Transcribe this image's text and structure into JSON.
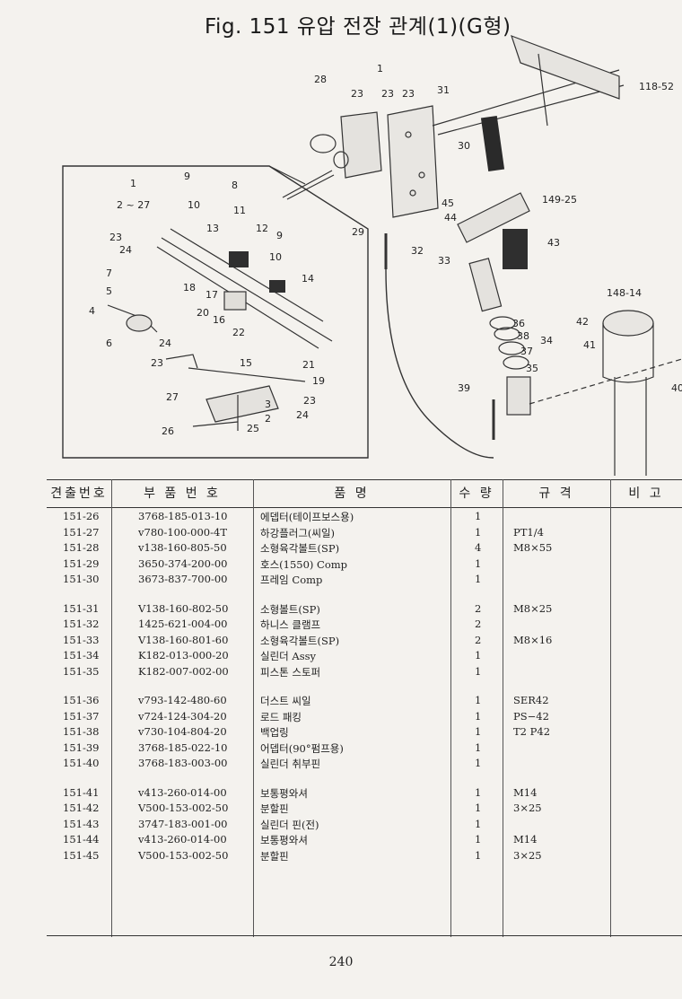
{
  "title": "Fig. 151  유압 전장 관계(1)(G형)",
  "headers": {
    "no": "견출번호",
    "part": "부 품 번 호",
    "name": "품            명",
    "qty": "수 량",
    "spec": "규  격",
    "note": "비 고"
  },
  "groups": [
    [
      {
        "no": "151-26",
        "part": "3768-185-013-10",
        "name": "에뎁터(테이프보스용)",
        "qty": "1",
        "spec": ""
      },
      {
        "no": "151-27",
        "part": "v780-100-000-4T",
        "name": "하강플러그(씨일)",
        "qty": "1",
        "spec": "PT1/4"
      },
      {
        "no": "151-28",
        "part": "v138-160-805-50",
        "name": "소형육각볼트(SP)",
        "qty": "4",
        "spec": "M8×55"
      },
      {
        "no": "151-29",
        "part": "3650-374-200-00",
        "name": "호스(1550) Comp",
        "qty": "1",
        "spec": ""
      },
      {
        "no": "151-30",
        "part": "3673-837-700-00",
        "name": "프레임 Comp",
        "qty": "1",
        "spec": ""
      }
    ],
    [
      {
        "no": "151-31",
        "part": "V138-160-802-50",
        "name": "소형볼트(SP)",
        "qty": "2",
        "spec": "M8×25"
      },
      {
        "no": "151-32",
        "part": "1425-621-004-00",
        "name": "하니스 클램프",
        "qty": "2",
        "spec": ""
      },
      {
        "no": "151-33",
        "part": "V138-160-801-60",
        "name": "소형육각볼트(SP)",
        "qty": "2",
        "spec": "M8×16"
      },
      {
        "no": "151-34",
        "part": "K182-013-000-20",
        "name": "실린더 Assy",
        "qty": "1",
        "spec": ""
      },
      {
        "no": "151-35",
        "part": "K182-007-002-00",
        "name": "피스톤 스토퍼",
        "qty": "1",
        "spec": ""
      }
    ],
    [
      {
        "no": "151-36",
        "part": "v793-142-480-60",
        "name": "더스트 씨일",
        "qty": "1",
        "spec": "SER42"
      },
      {
        "no": "151-37",
        "part": "v724-124-304-20",
        "name": "로드 패킹",
        "qty": "1",
        "spec": "PS−42"
      },
      {
        "no": "151-38",
        "part": "v730-104-804-20",
        "name": "백업링",
        "qty": "1",
        "spec": "T2 P42"
      },
      {
        "no": "151-39",
        "part": "3768-185-022-10",
        "name": "어뎁터(90°펌프용)",
        "qty": "1",
        "spec": ""
      },
      {
        "no": "151-40",
        "part": "3768-183-003-00",
        "name": "실린더 취부핀",
        "qty": "1",
        "spec": ""
      }
    ],
    [
      {
        "no": "151-41",
        "part": "v413-260-014-00",
        "name": "보통평와셔",
        "qty": "1",
        "spec": "M14"
      },
      {
        "no": "151-42",
        "part": "V500-153-002-50",
        "name": "분할핀",
        "qty": "1",
        "spec": "3×25"
      },
      {
        "no": "151-43",
        "part": "3747-183-001-00",
        "name": "실린더 핀(전)",
        "qty": "1",
        "spec": ""
      },
      {
        "no": "151-44",
        "part": "v413-260-014-00",
        "name": "보통평와셔",
        "qty": "1",
        "spec": "M14"
      },
      {
        "no": "151-45",
        "part": "V500-153-002-50",
        "name": "분할핀",
        "qty": "1",
        "spec": "3×25"
      }
    ]
  ],
  "callouts": [
    "1",
    "23",
    "23",
    "23",
    "31",
    "28",
    "30",
    "118-52",
    "45",
    "149-25",
    "44",
    "29",
    "32",
    "33",
    "43",
    "148-14",
    "36",
    "38",
    "34",
    "37",
    "35",
    "42",
    "41",
    "39",
    "40",
    "1",
    "2 ~ 27",
    "9",
    "10",
    "8",
    "11",
    "13",
    "12",
    "9",
    "10",
    "23",
    "24",
    "7",
    "5",
    "4",
    "6",
    "18",
    "17",
    "20",
    "16",
    "22",
    "14",
    "15",
    "21",
    "19",
    "24",
    "23",
    "27",
    "3",
    "2",
    "23",
    "24",
    "26",
    "25"
  ],
  "page_number": "240"
}
